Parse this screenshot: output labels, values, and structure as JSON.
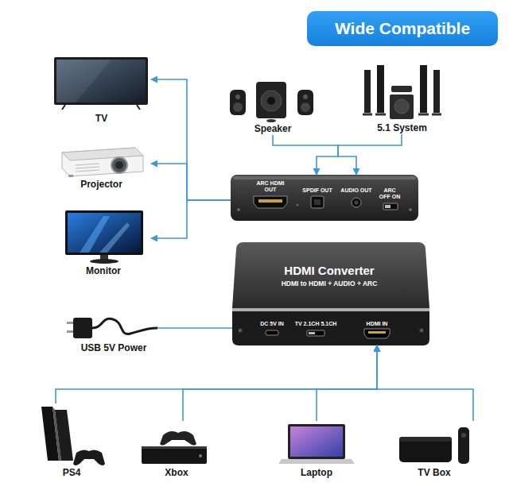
{
  "diagram": {
    "title": "Wide Compatible",
    "nodes": [
      {
        "text": [
          "TV"
        ]
      },
      {
        "text": [
          "Speaker"
        ]
      },
      {
        "text": [
          "5.1 System"
        ]
      },
      {
        "text": [
          "Projector"
        ]
      },
      {
        "text": [
          "ARC HDMI OUT",
          "SPDIF OUT",
          "AUDIO OUT",
          "ARC OFF ON"
        ]
      },
      {
        "text": [
          "Monitor"
        ]
      },
      {
        "text": [
          "HDMI Converter",
          "HDMI to HDMI + AUDIO + ARC",
          "DC 5V IN",
          "TV 2.1CH 5.1CH",
          "HDMI IN"
        ]
      },
      {
        "text": [
          "USB 5V Power"
        ]
      },
      {
        "text": [
          "PS4"
        ]
      },
      {
        "text": [
          "Xbox"
        ]
      },
      {
        "text": [
          "Laptop"
        ]
      },
      {
        "text": [
          "TV Box"
        ]
      }
    ],
    "edges": [
      {
        "from": 4,
        "to": 0,
        "arrow": "to"
      },
      {
        "from": 4,
        "to": 3,
        "arrow": "to"
      },
      {
        "from": 4,
        "to": 5,
        "arrow": "to"
      },
      {
        "from": 1,
        "to": 4,
        "arrow": "to"
      },
      {
        "from": 2,
        "to": 4,
        "arrow": "to"
      },
      {
        "from": 7,
        "to": 6,
        "arrow": "none"
      },
      {
        "from": 8,
        "to": 6,
        "arrow": "to"
      },
      {
        "from": 9,
        "to": 6,
        "arrow": "to"
      },
      {
        "from": 10,
        "to": 6,
        "arrow": "to"
      },
      {
        "from": 11,
        "to": 6,
        "arrow": "to"
      }
    ]
  }
}
